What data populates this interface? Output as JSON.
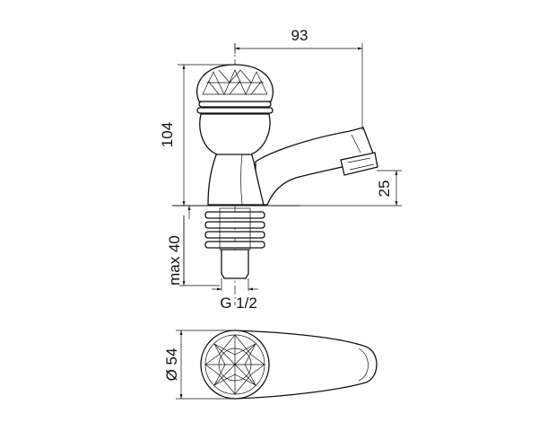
{
  "dimensions": {
    "spout_reach": "93",
    "height": "104",
    "outlet_height": "25",
    "max_mount": "max 40",
    "thread": "G 1/2",
    "diameter": "Ø 54"
  },
  "colors": {
    "line": "#111111",
    "background": "#ffffff"
  }
}
